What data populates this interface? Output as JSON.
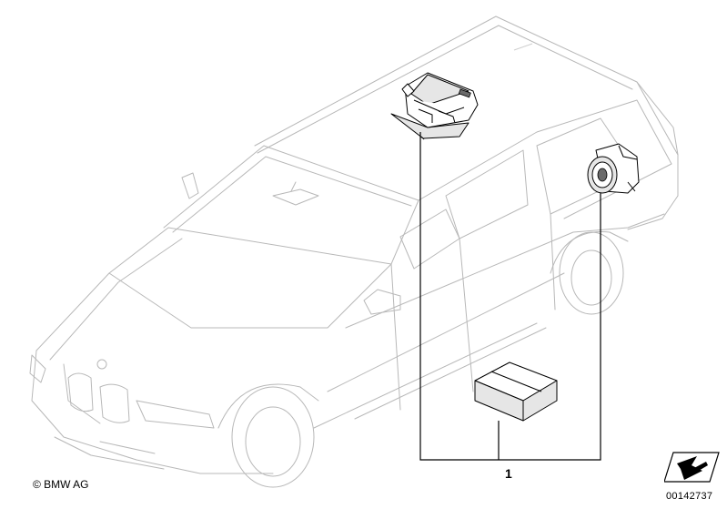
{
  "callout": {
    "number": "1"
  },
  "footer": {
    "copyright": "© BMW AG",
    "diagram_id": "00142737"
  },
  "icons": {
    "nav": "arrow-navigation-icon"
  }
}
